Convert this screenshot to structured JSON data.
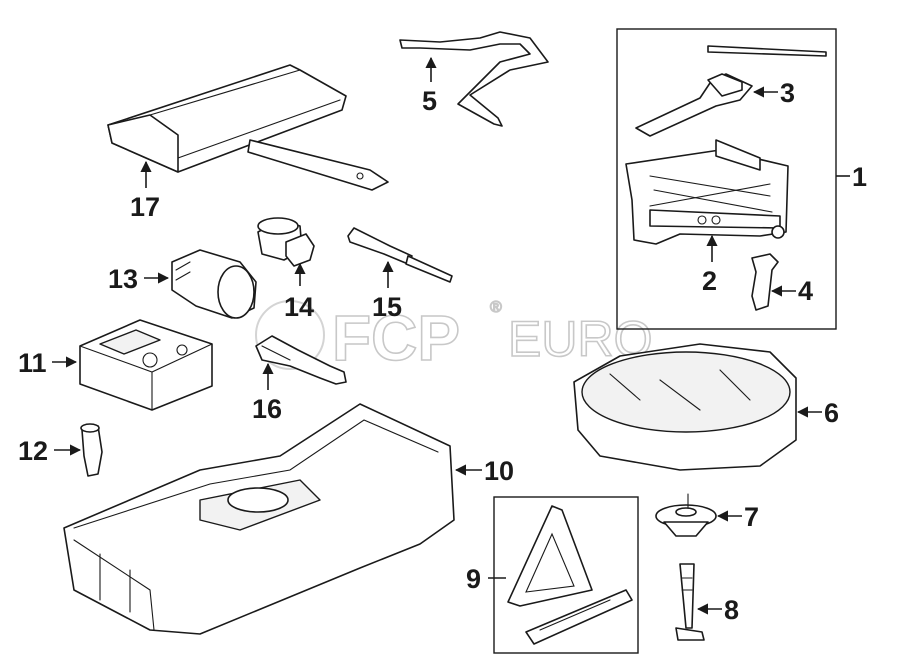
{
  "watermark": {
    "brand": "FCP",
    "suffix": "EURO",
    "mark": "®"
  },
  "callouts": [
    "1",
    "2",
    "3",
    "4",
    "5",
    "6",
    "7",
    "8",
    "9",
    "10",
    "11",
    "12",
    "13",
    "14",
    "15",
    "16",
    "17"
  ]
}
